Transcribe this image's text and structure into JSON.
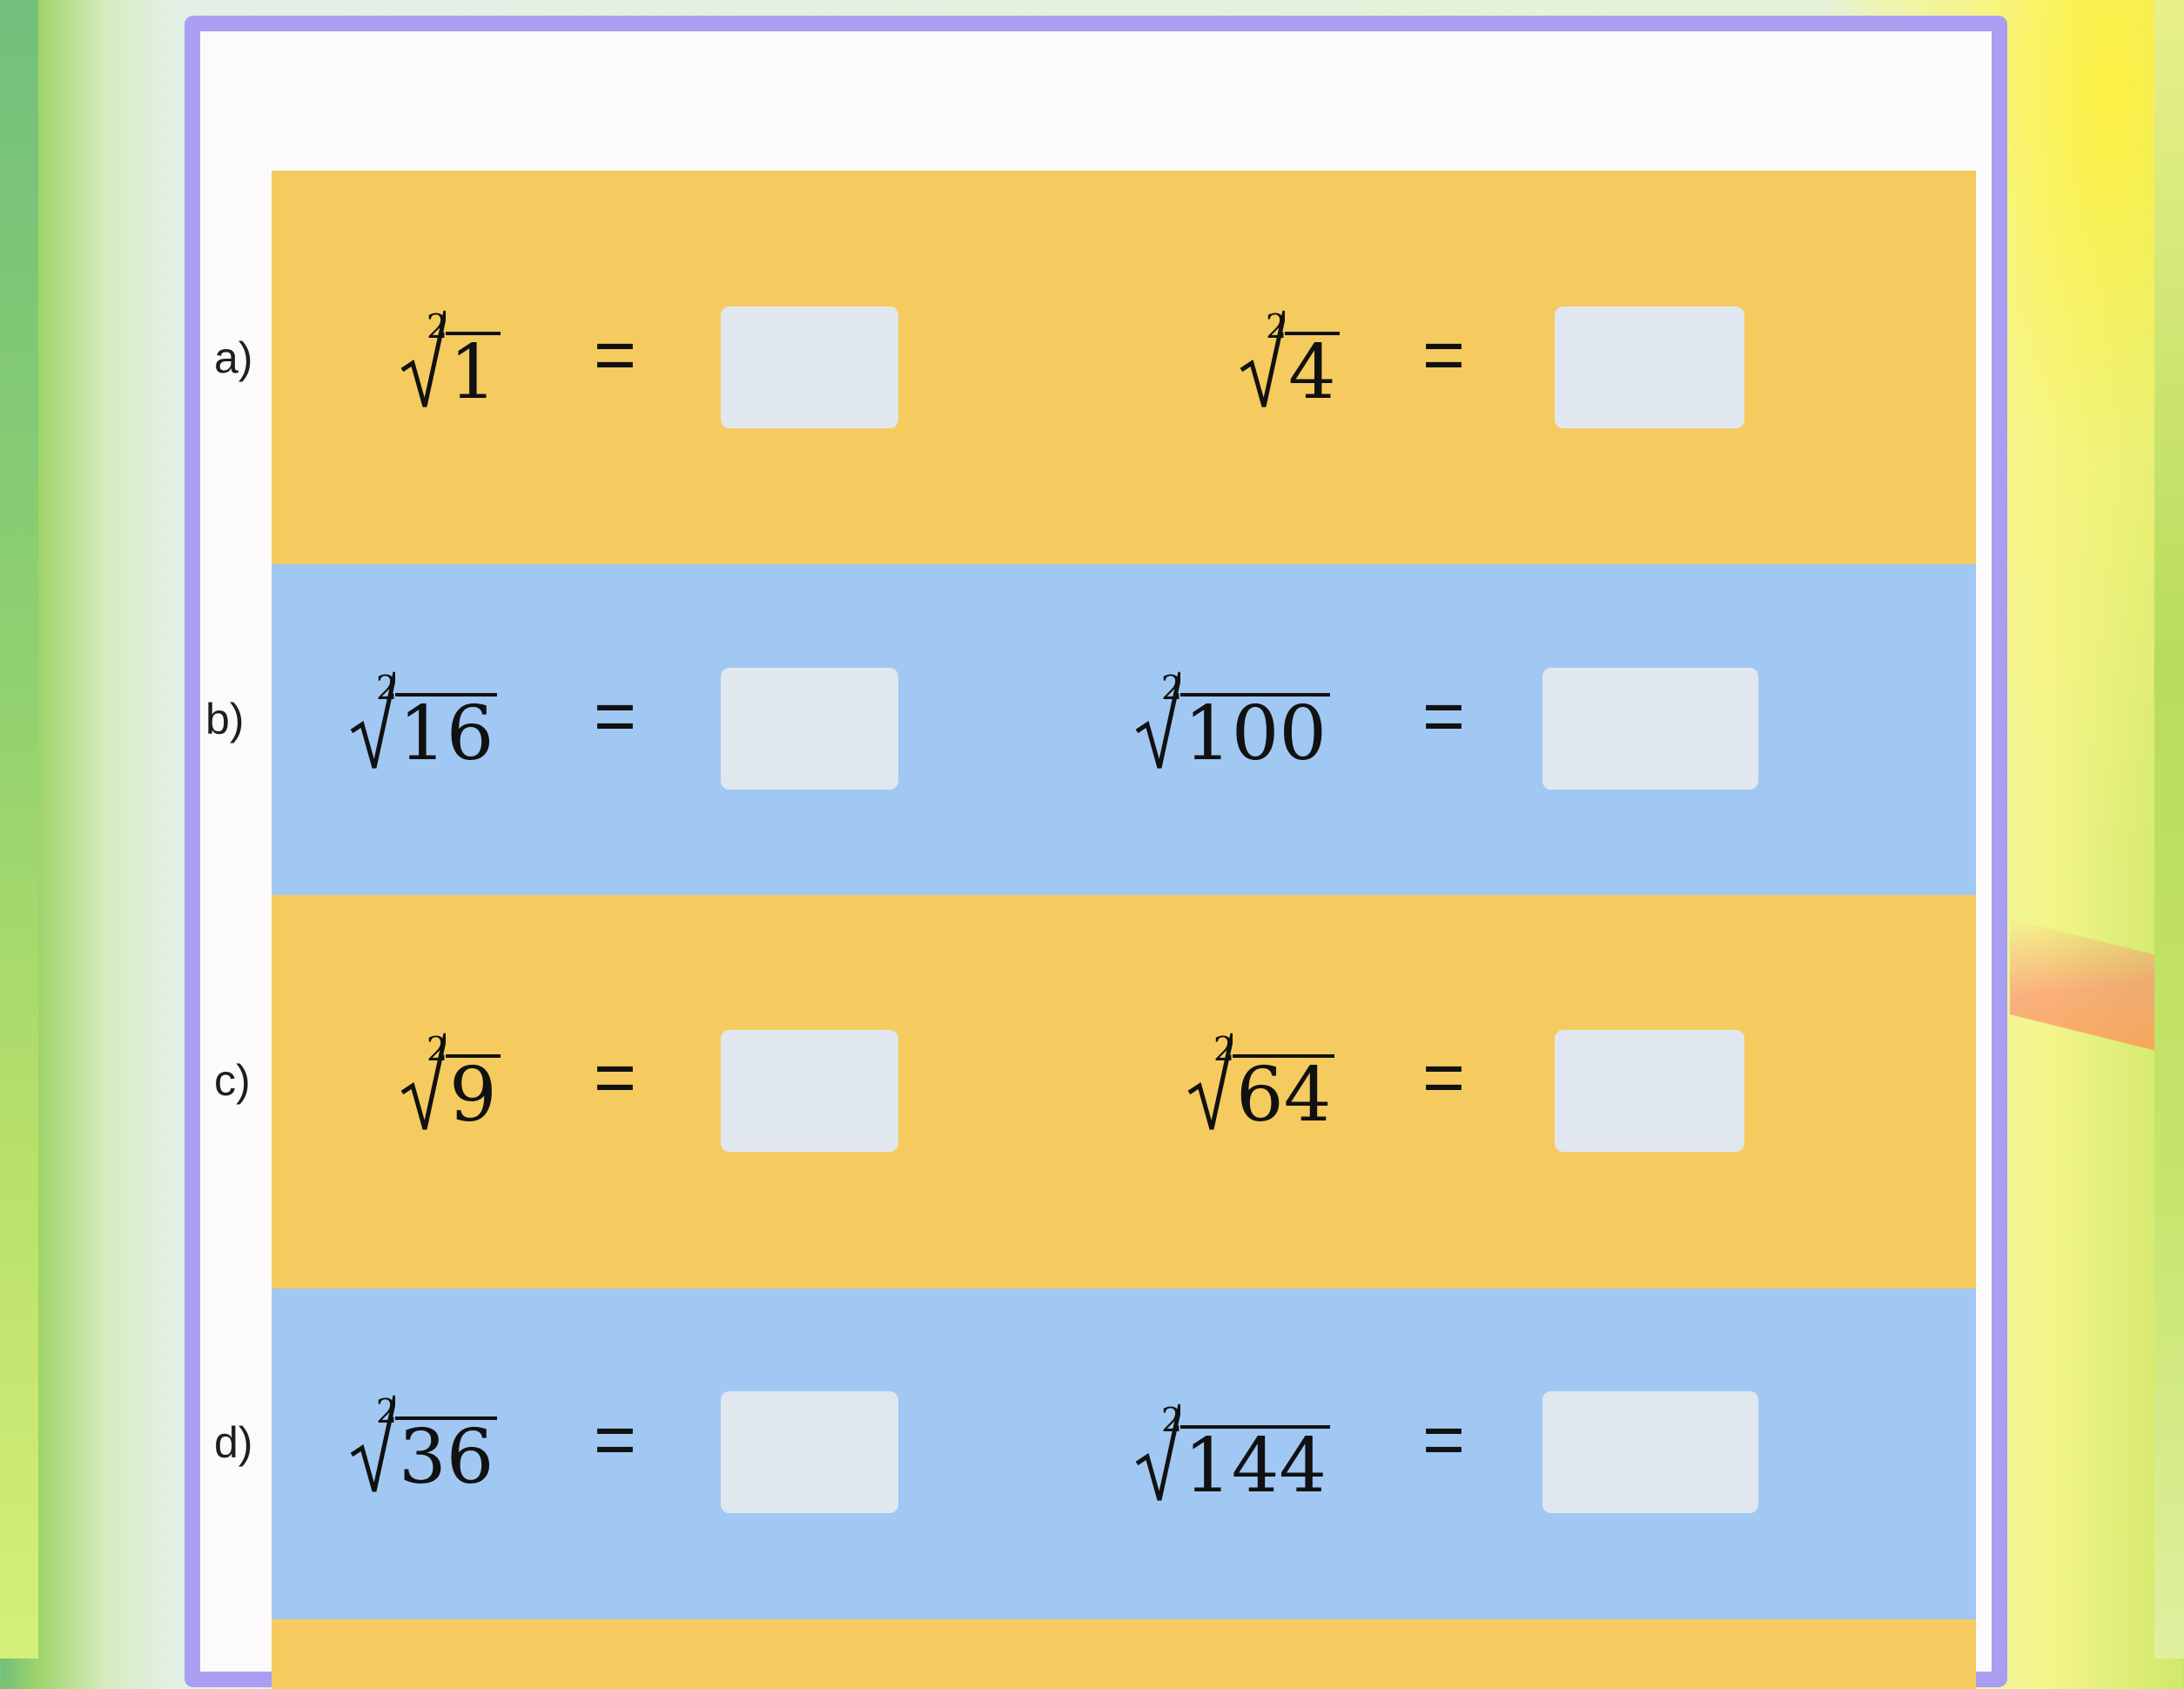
{
  "worksheet": {
    "rows": [
      {
        "label": "a)",
        "left": {
          "index": "2",
          "radicand": "1",
          "equals": "=",
          "answer": ""
        },
        "right": {
          "index": "2",
          "radicand": "4",
          "equals": "=",
          "answer": ""
        }
      },
      {
        "label": "b)",
        "left": {
          "index": "2",
          "radicand": "16",
          "equals": "=",
          "answer": ""
        },
        "right": {
          "index": "2",
          "radicand": "100",
          "equals": "=",
          "answer": ""
        }
      },
      {
        "label": "c)",
        "left": {
          "index": "2",
          "radicand": "9",
          "equals": "=",
          "answer": ""
        },
        "right": {
          "index": "2",
          "radicand": "64",
          "equals": "=",
          "answer": ""
        }
      },
      {
        "label": "d)",
        "left": {
          "index": "2",
          "radicand": "36",
          "equals": "=",
          "answer": ""
        },
        "right": {
          "index": "2",
          "radicand": "144",
          "equals": "=",
          "answer": ""
        }
      }
    ]
  },
  "colors": {
    "frame": "#a99ef2",
    "row_yellow": "#f5cb5f",
    "row_blue": "#a0c8f3",
    "answer_box": "#e1e7ef"
  }
}
